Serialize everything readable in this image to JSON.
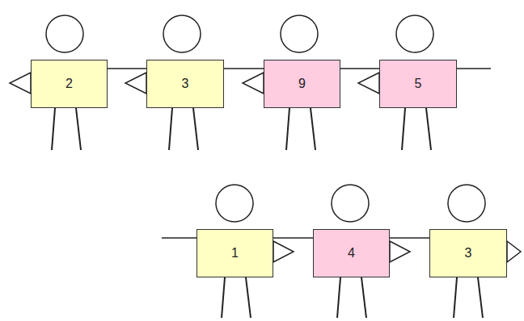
{
  "diagram": {
    "nodes": [
      {
        "text": [
          "2"
        ]
      },
      {
        "text": [
          "3"
        ]
      },
      {
        "text": [
          "9"
        ]
      },
      {
        "text": [
          "5"
        ]
      },
      {
        "text": [
          "1"
        ]
      },
      {
        "text": [
          "4"
        ]
      },
      {
        "text": [
          "3"
        ]
      }
    ],
    "edges": [
      {
        "from": 0,
        "to": 1,
        "arrow": "none"
      },
      {
        "from": 1,
        "to": 2,
        "arrow": "none"
      },
      {
        "from": 2,
        "to": 3,
        "arrow": "none"
      },
      {
        "from": 4,
        "to": 5,
        "arrow": "none"
      },
      {
        "from": 5,
        "to": 6,
        "arrow": "none"
      }
    ]
  }
}
